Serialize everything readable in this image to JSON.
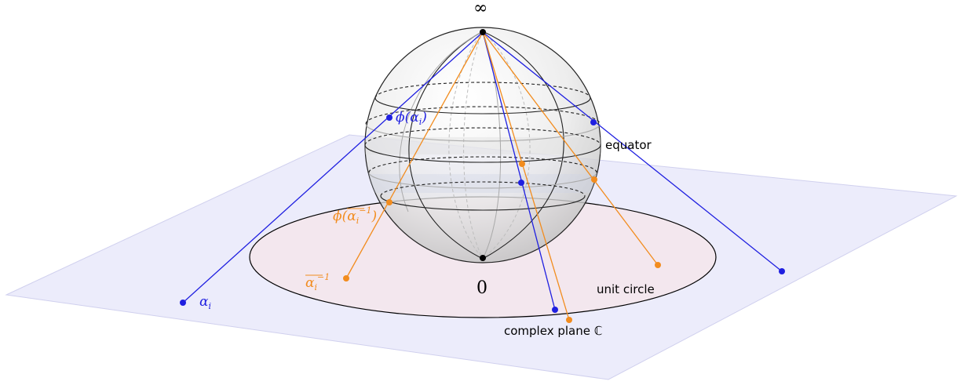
{
  "labels": {
    "infinity": "∞",
    "zero": "0",
    "equator": "equator",
    "unit_circle": "unit circle",
    "complex_plane": "complex plane ℂ",
    "alpha_i": "α",
    "alpha_i_sub": "i",
    "phi_alpha": "ϕ(α",
    "phi_alpha_sub": "i",
    "phi_alpha_close": ")",
    "alpha_inv": "α",
    "alpha_inv_sub": "i",
    "alpha_inv_sup": "−1",
    "phi_alpha_inv": "ϕ(",
    "phi_alpha_inv_a": "α",
    "phi_alpha_inv_sub": "i",
    "phi_alpha_inv_sup": "−1",
    "phi_alpha_inv_close": ")"
  },
  "colors": {
    "blue": "#1f1fe0",
    "orange": "#f28c1e",
    "plane": "#ececfb",
    "disk": "#f3e7ee",
    "black": "#000000"
  }
}
